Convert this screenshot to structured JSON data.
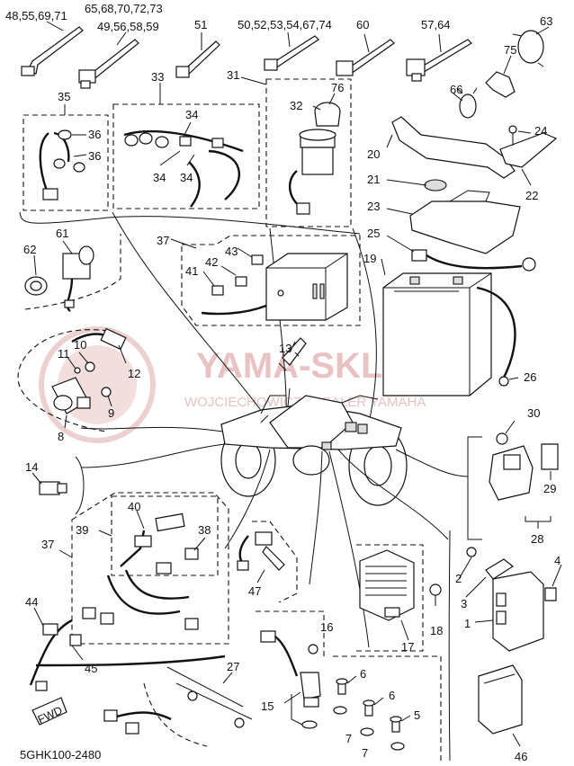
{
  "diagram_code": "5GHK100-2480",
  "watermark": {
    "line1": "YAMA-SKLEP.PL",
    "line2": "WOJCIECHOWICZ | DEALER YAMAHA"
  },
  "fwd_label": "FWD",
  "callouts": {
    "c48_55_69_71": "48,55,69,71",
    "c65_68_70_72_73": "65,68,70,72,73",
    "c49_56_58_59": "49,56,58,59",
    "c51": "51",
    "c50_52_53_54_67_74": "50,52,53,54,67,74",
    "c60": "60",
    "c57_64": "57,64",
    "c63": "63",
    "c75": "75",
    "c66": "66",
    "c35": "35",
    "c33": "33",
    "c31": "31",
    "c76": "76",
    "c32": "32",
    "c36a": "36",
    "c36b": "36",
    "c34a": "34",
    "c34b": "34",
    "c34c": "34",
    "c24": "24",
    "c20": "20",
    "c21": "21",
    "c22": "22",
    "c23": "23",
    "c62": "62",
    "c61": "61",
    "c37a": "37",
    "c43": "43",
    "c42": "42",
    "c41": "41",
    "c25": "25",
    "c19": "19",
    "c10": "10",
    "c11": "11",
    "c12": "12",
    "c13": "13",
    "c9": "9",
    "c8": "8",
    "c26": "26",
    "c14": "14",
    "c30": "30",
    "c29": "29",
    "c28": "28",
    "c40": "40",
    "c39": "39",
    "c38": "38",
    "c37b": "37",
    "c47": "47",
    "c4": "4",
    "c2": "2",
    "c3": "3",
    "c1": "1",
    "c18": "18",
    "c17": "17",
    "c44": "44",
    "c45": "45",
    "c16": "16",
    "c6a": "6",
    "c6b": "6",
    "c5": "5",
    "c15": "15",
    "c7a": "7",
    "c7b": "7",
    "c27": "27",
    "c46": "46"
  }
}
